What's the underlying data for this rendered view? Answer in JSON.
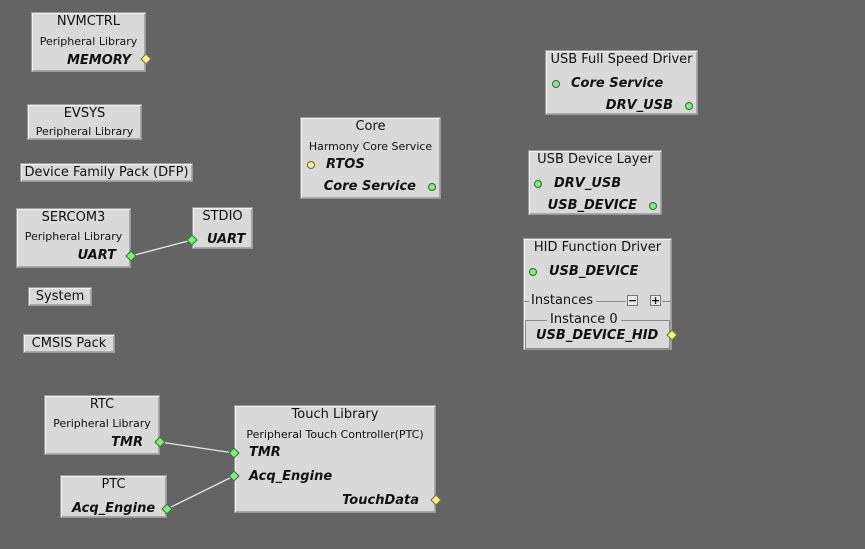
{
  "nodes": {
    "nvmctrl": {
      "title": "NVMCTRL",
      "subtitle": "Peripheral Library",
      "port": "MEMORY"
    },
    "evsys": {
      "title": "EVSYS",
      "subtitle": "Peripheral Library"
    },
    "dfp": {
      "title": "Device Family Pack (DFP)"
    },
    "sercom3": {
      "title": "SERCOM3",
      "subtitle": "Peripheral Library",
      "port": "UART"
    },
    "stdio": {
      "title": "STDIO",
      "port": "UART"
    },
    "system": {
      "title": "System"
    },
    "cmsis": {
      "title": "CMSIS Pack"
    },
    "rtc": {
      "title": "RTC",
      "subtitle": "Peripheral Library",
      "port": "TMR"
    },
    "ptc": {
      "title": "PTC",
      "port": "Acq_Engine"
    },
    "touch": {
      "title": "Touch Library",
      "subtitle": "Peripheral Touch Controller(PTC)",
      "port_tmr": "TMR",
      "port_acq": "Acq_Engine",
      "port_out": "TouchData"
    },
    "core": {
      "title": "Core",
      "subtitle": "Harmony Core Service",
      "port_rtos": "RTOS",
      "port_core": "Core Service"
    },
    "usb_fs": {
      "title": "USB Full Speed Driver",
      "port_in": "Core Service",
      "port_out": "DRV_USB"
    },
    "usb_dev": {
      "title": "USB Device Layer",
      "port_in": "DRV_USB",
      "port_out": "USB_DEVICE"
    },
    "hid": {
      "title": "HID Function Driver",
      "port_in": "USB_DEVICE",
      "instances_label": "Instances",
      "minus": "−",
      "plus": "+",
      "instance0": "Instance 0",
      "port_out": "USB_DEVICE_HID"
    }
  }
}
